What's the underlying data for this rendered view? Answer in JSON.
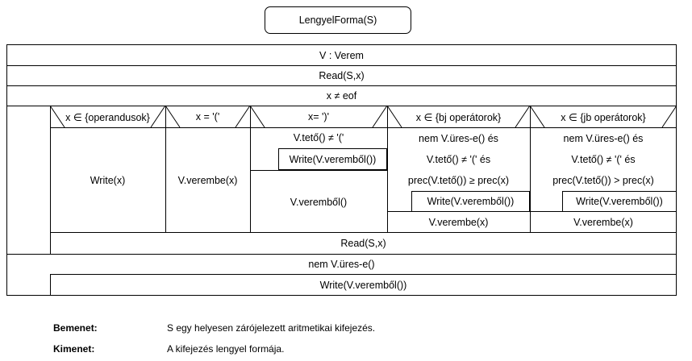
{
  "title": "LengyelForma(S)",
  "rows": {
    "decl": "V : Verem",
    "read1": "Read(S,x)",
    "loop": "x ≠ eof",
    "read2": "Read(S,x)",
    "loop2": "nem V.üres-e()",
    "write_final": "Write(V.veremből())"
  },
  "cases": [
    {
      "cond": "x ∈ {operandusok}",
      "body": "Write(x)"
    },
    {
      "cond": "x = '('",
      "body": "V.verembe(x)"
    },
    {
      "cond": "x= ')'",
      "loop": "V.tető() ≠ '('",
      "loop_body": "Write(V.veremből())",
      "after": "V.veremből()"
    },
    {
      "cond": "x ∈ {bj operátorok}",
      "loop_lines": [
        "nem V.üres-e() és",
        "V.tető() ≠ '(' és",
        "prec(V.tető()) ≥ prec(x)"
      ],
      "loop_body": "Write(V.veremből())",
      "after": "V.verembe(x)"
    },
    {
      "cond": "x ∈ {jb operátorok}",
      "loop_lines": [
        "nem V.üres-e() és",
        "V.tető() ≠ '(' és",
        "prec(V.tető()) > prec(x)"
      ],
      "loop_body": "Write(V.veremből())",
      "after": "V.verembe(x)"
    }
  ],
  "footer": {
    "input_label": "Bemenet:",
    "input_text": "S egy helyesen zárójelezett aritmetikai kifejezés.",
    "output_label": "Kimenet:",
    "output_text": "A kifejezés lengyel formája."
  }
}
